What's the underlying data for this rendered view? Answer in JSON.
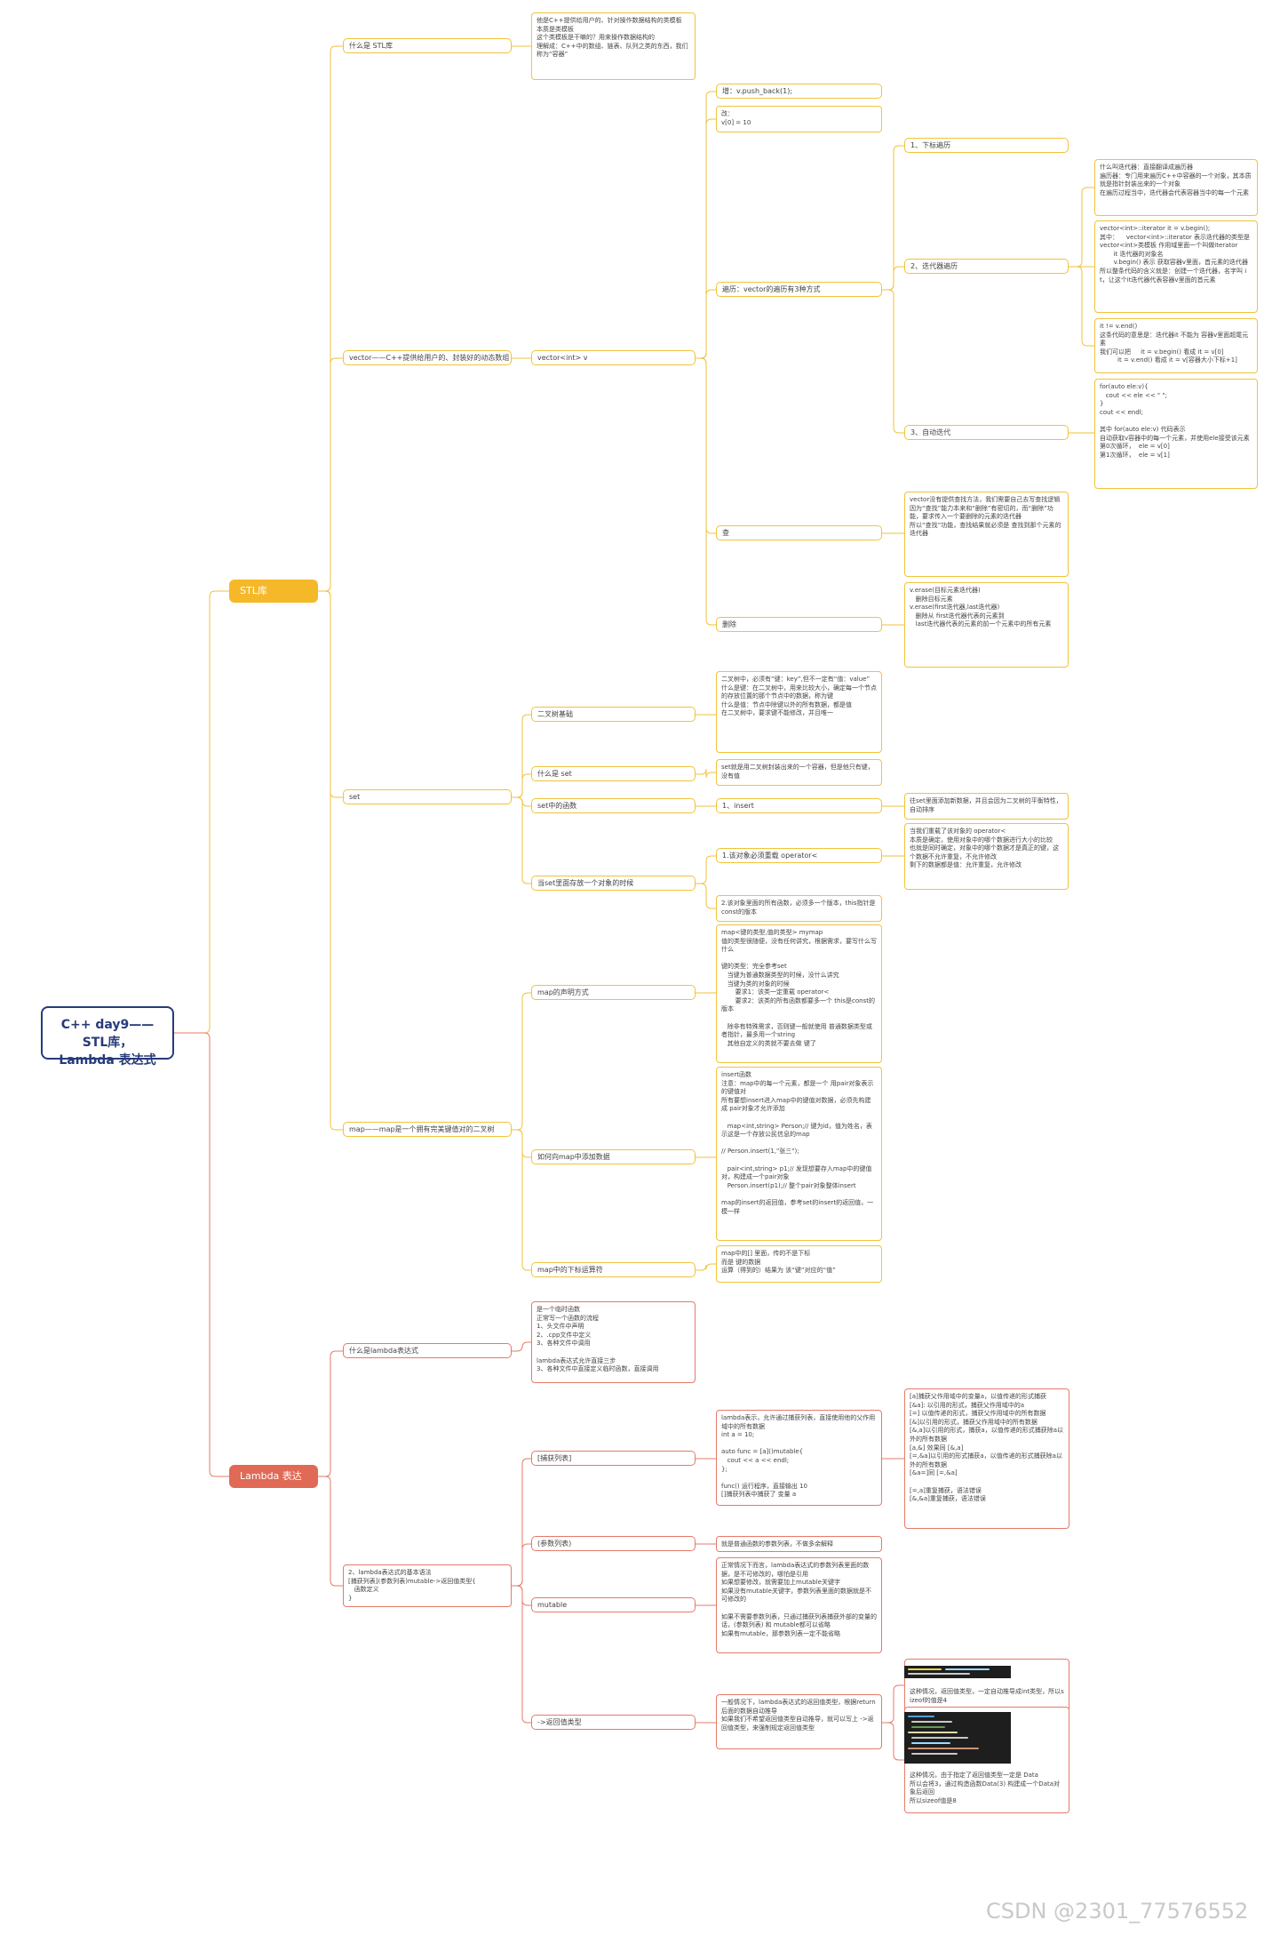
{
  "root": "C++ day9——STL库，\nLambda 表达式",
  "branches": {
    "stl": "STL库",
    "lambda": "Lambda 表达式"
  },
  "stl": {
    "what": "什么是 STL库",
    "what_note": "他是C++提供给用户的、针对操作数据结构的类模板\n本质是类模板\n这个类模板是干嘛的？用来操作数据结构的\n理解成：C++中的数组、链表、队列之类的东西，我们称为“容器”",
    "vector": "vector——C++提供给用户的、封装好的动态数组",
    "vector_int": "vector<int> v",
    "push": "增：v.push_back(1);",
    "modify": "改：\nv[0] = 10",
    "traverse": "遍历：vector的遍历有3种方式",
    "t1": "1、下标遍历",
    "t2": "2、迭代器遍历",
    "t3": "3、自动迭代",
    "t2_note1": "什么叫迭代器：直接翻译成遍历器\n遍历器：专门用来遍历C++中容器的一个对象，其本质就是指针封装出来的一个对象\n在遍历过程当中，迭代器会代表容器当中的每一个元素",
    "t2_note2": "vector<int>::iterator it = v.begin();\n其中：    vector<int>::iterator 表示迭代器的类型是 vector<int>类模板 作用域里面一个叫做iterator\n       it 迭代器的对象名\n       v.begin() 表示 获取容器v里面，首元素的迭代器\n所以整条代码的含义就是：创建一个迭代器，名字叫 it，让这个it迭代器代表容器v里面的首元素",
    "t2_note3": "it != v.end()\n这条代码的意思是：迭代器it 不能为 容器v里面超尾元素\n我们可以把     it = v.begin() 看成 it = v[0]\n         it = v.end() 看成 it = v[容器大小下标+1]",
    "t3_note": "for(auto ele:v){\n   cout << ele << \" \";\n}\ncout << endl;\n\n其中 for(auto ele:v) 代码表示\n自动获取v容器中的每一个元素，并使用ele接受该元素\n第0次循环，  ele = v[0]\n第1次循环，  ele = v[1]",
    "find": "查",
    "find_note": "vector没有提供查找方法，我们需要自己去写查找逻辑\n因为“查找”能力本来和“删除”有密切的，而“删除”功能，要求传入一个要删除的元素的迭代器\n所以“查找”功能，查找结果就必须是 查找到那个元素的迭代器",
    "del": "删除",
    "del_note": "v.erase(目标元素迭代器)\n   删除目标元素\nv.erase(first迭代器,last迭代器)\n   删除从 first迭代器代表的元素到\n   last迭代器代表的元素的前一个元素中的所有元素",
    "set": "set",
    "bst": "二叉树基础",
    "bst_note": "二叉树中，必须有“键：key”,但不一定有“值：value”\n什么是键：在二叉树中，用来比较大小，确定每一个节点的存放位置的那个节点中的数据，称为键\n什么是值：节点中除键以外的所有数据，都是值\n在二叉树中，要求键不能修改，并且唯一",
    "what_set": "什么是 set",
    "what_set_note": "set就是用二叉树封装出来的一个容器，但是他只有键，没有值",
    "set_func": "set中的函数",
    "insert": "1、insert",
    "insert_note": "往set里面添加新数据，并且会因为二叉树的平衡特性，自动排序",
    "store_obj": "当set里面存放一个对象的时候",
    "store_n1": "1.该对象必须重载 operator<",
    "store_n1_note": "当我们重载了该对象的 operator<\n本质是确定，使用对象中的哪个数据进行大小的比较\n也就是同时确定，对象中的哪个数据才是真正的键，这个数据不允许重复，不允许修改\n剩下的数据都是值：允许重复，允许修改",
    "store_n2": "2.该对象里面的所有函数，必须多一个版本，this指针是const的版本",
    "map": "map——map是一个拥有完美键值对的二叉树",
    "map_decl": "map的声明方式",
    "map_decl_note": "map<键的类型,值的类型> mymap\n值的类型很随便，没有任何讲究，根据需求，要写什么写什么\n\n键的类型：完全参考set\n   当键为普通数据类型的时候，没什么讲究\n   当键为类的对象的时候\n       要求1：该类一定重载 operator<\n       要求2：该类的所有函数都要多一个 this是const的版本\n\n   除非有特殊需求，否则键一般就使用 普通数据类型或者指针，最多用一个string\n   其他自定义的类就不要去做 键了",
    "map_add": "如何向map中添加数据",
    "map_add_note": "insert函数\n注意：map中的每一个元素，都是一个 用pair对象表示的键值对\n所有要想insert进入map中的键值对数据，必须先构建成 pair对象才允许添加\n\n   map<int,string> Person;// 键为id，值为姓名，表示这是一个存放公民信息的map\n\n// Person.insert(1,\"张三\");\n\n   pair<int,string> p1;// 发现想要存入map中的键值对，构建成一个pair对象\n   Person.insert(p1);// 整个pair对象整体insert\n\nmap的insert的返回值，参考set的insert的返回值，一模一样",
    "map_op": "map中的下标运算符",
    "map_op_note": "map中的[] 里面，传的不是下标\n而是 键的数据\n运算（得到的）结果为 该“键”对应的“值”"
  },
  "lambda": {
    "what": "什么是lambda表达式",
    "what_note": "是一个临时函数\n正常写一个函数的流程\n1、头文件中声明\n2、.cpp文件中定义\n3、各种文件中调用\n\nlambda表达式允许直接三步\n3、各种文件中直接定义临时函数，直接调用",
    "syntax": "2、lambda表达式的基本语法\n[捕获列表](参数列表)mutable->返回值类型{\n   函数定义\n}",
    "capture": "[捕获列表]",
    "capture_note": "lambda表示，允许通过捕获列表，直接使用他的父作用域中的所有数据\nint a = 10;\n\nauto func = [a]()mutable{\n   cout << a << endl;\n};\n\nfunc() 运行程序，直接输出 10\n[]捕获列表中捕获了 变量 a",
    "capture_detail": "[a]捕获父作用域中的变量a，以值传递的形式捕获\n[&a]: 以引用的形式，捕获父作用域中的a\n[=] 以值传递的形式，捕获父作用域中的所有数据\n[&]以引用的形式，捕获父作用域中的所有数据\n[&,a]以引用的形式，捕获a，以值传递的形式捕获除a以外的所有数据\n[a,&] 效果同 [&,a]\n[=,&a]以引用的形式捕获a，以值传递的形式捕获除a以外的所有数据\n[&a=]同 [=,&a]\n\n[=,a]重复捕获，语法错误\n[&,&a]重复捕获，语法错误",
    "params": "(参数列表)",
    "params_note": "就是普通函数的参数列表，不做多余解释",
    "mutable": "mutable",
    "mutable_note": "正常情况下而言，lambda表达式的参数列表里面的数据，是不可修改的，哪怕是引用\n如果想要修改，就需要加上mutable关键字\n如果没有mutable关键字，参数列表里面的数据就是不可修改的\n\n如果不需要参数列表，只通过捕获列表捕获外部的变量的话，(参数列表) 和 mutable都可以省略\n如果有mutable，那参数列表一定不能省略",
    "ret": "->返回值类型",
    "ret_note": "一般情况下，lambda表达式的返回值类型，根据return后面的数据自动推导\n如果我们不希望返回值类型自动推导，就可以写上 ->返回值类型，来强制规定返回值类型",
    "ret_note2": "这种情况，返回值类型，一定自动推导成int类型，所以sizeof的值是4",
    "ret_note3": "这种情况，由于指定了返回值类型一定是 Data\n所以会将3，通过构造函数Data(3) 构建成一个Data对象后返回\n所以sizeof值是8"
  },
  "watermark": "CSDN @2301_77576552"
}
